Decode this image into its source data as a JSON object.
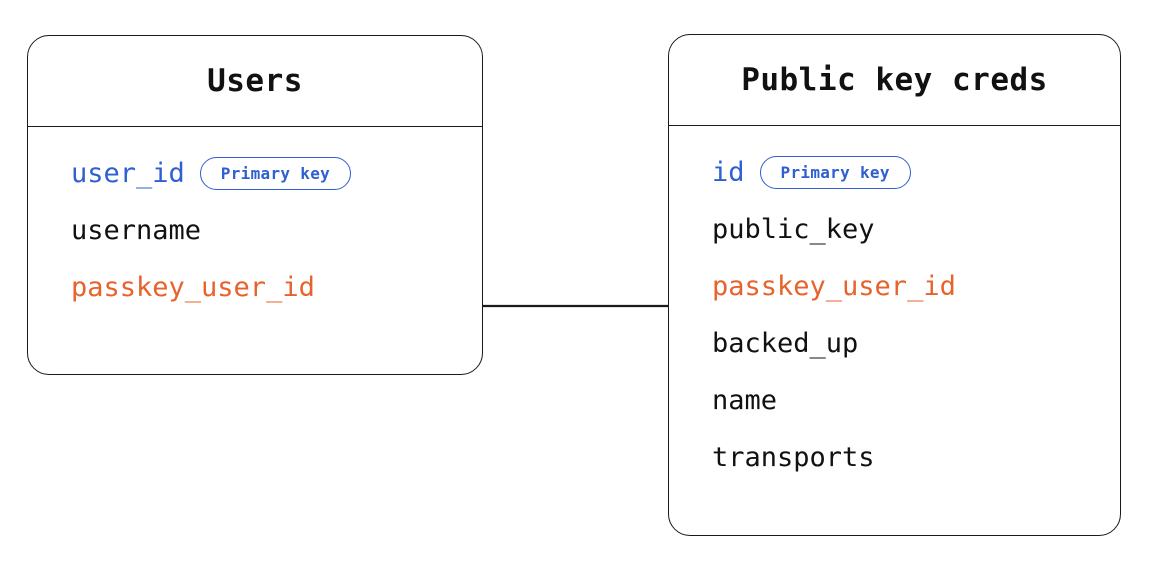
{
  "diagram": {
    "type": "entity-relationship-diagram",
    "background_color": "#ffffff",
    "colors": {
      "border": "#1a1a1a",
      "text": "#111111",
      "primary_key": "#2f5fd0",
      "foreign_key": "#e8622c",
      "badge_border": "#2f5fd0"
    },
    "entities": [
      {
        "id": "users",
        "title": "Users",
        "fields": [
          {
            "name": "user_id",
            "role": "pk",
            "badge": "Primary key"
          },
          {
            "name": "username",
            "role": "plain",
            "badge": null
          },
          {
            "name": "passkey_user_id",
            "role": "fk",
            "badge": null
          }
        ]
      },
      {
        "id": "pkcreds",
        "title": "Public key creds",
        "fields": [
          {
            "name": "id",
            "role": "pk",
            "badge": "Primary key"
          },
          {
            "name": "public_key",
            "role": "plain",
            "badge": null
          },
          {
            "name": "passkey_user_id",
            "role": "fk",
            "badge": null
          },
          {
            "name": "backed_up",
            "role": "plain",
            "badge": null
          },
          {
            "name": "name",
            "role": "plain",
            "badge": null
          },
          {
            "name": "transports",
            "role": "plain",
            "badge": null
          }
        ]
      }
    ],
    "relationships": [
      {
        "id": "users-to-pkcreds",
        "from_entity": "users",
        "from_field": "passkey_user_id",
        "to_entity": "pkcreds",
        "to_field": "passkey_user_id",
        "style": "straight-line"
      }
    ]
  }
}
